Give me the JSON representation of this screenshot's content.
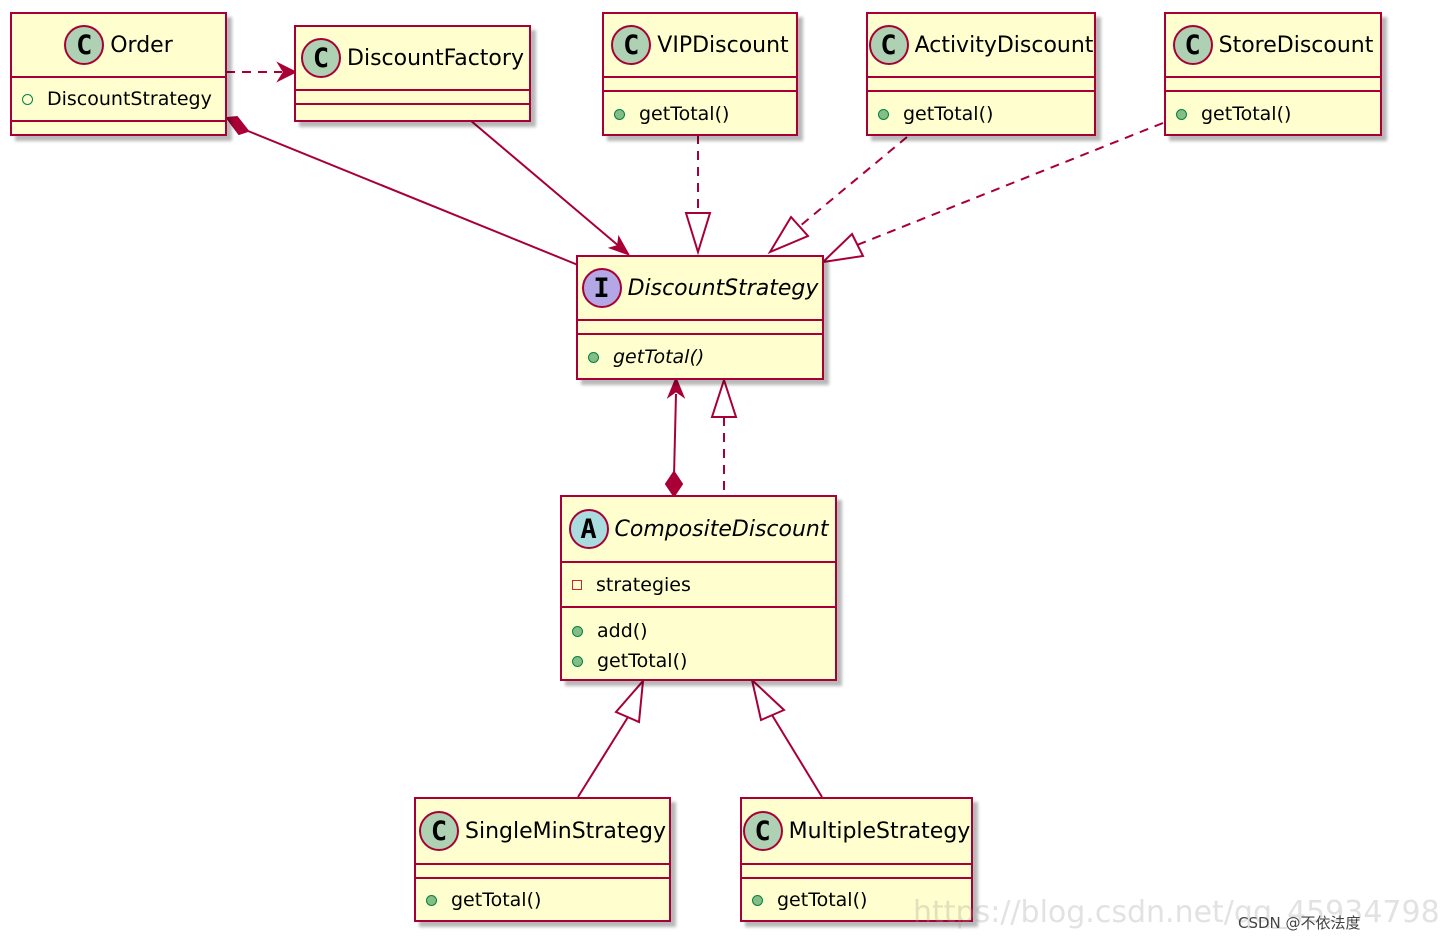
{
  "classes": {
    "order": {
      "stereotype": "C",
      "name": "Order",
      "fields": [
        {
          "visibility": "package",
          "text": "DiscountStrategy"
        }
      ],
      "methods": []
    },
    "discount_factory": {
      "stereotype": "C",
      "name": "DiscountFactory",
      "fields": [],
      "methods": []
    },
    "vip_discount": {
      "stereotype": "C",
      "name": "VIPDiscount",
      "fields": [],
      "methods": [
        {
          "visibility": "public",
          "text": "getTotal()"
        }
      ]
    },
    "activity_discount": {
      "stereotype": "C",
      "name": "ActivityDiscount",
      "fields": [],
      "methods": [
        {
          "visibility": "public",
          "text": "getTotal()"
        }
      ]
    },
    "store_discount": {
      "stereotype": "C",
      "name": "StoreDiscount",
      "fields": [],
      "methods": [
        {
          "visibility": "public",
          "text": "getTotal()"
        }
      ]
    },
    "discount_strategy": {
      "stereotype": "I",
      "name": "DiscountStrategy",
      "fields": [],
      "methods": [
        {
          "visibility": "public",
          "text": "getTotal()"
        }
      ]
    },
    "composite_discount": {
      "stereotype": "A",
      "name": "CompositeDiscount",
      "fields": [
        {
          "visibility": "private",
          "text": "strategies"
        }
      ],
      "methods": [
        {
          "visibility": "public",
          "text": "add()"
        },
        {
          "visibility": "public",
          "text": "getTotal()"
        }
      ]
    },
    "single_min_strategy": {
      "stereotype": "C",
      "name": "SingleMinStrategy",
      "fields": [],
      "methods": [
        {
          "visibility": "public",
          "text": "getTotal()"
        }
      ]
    },
    "multiple_strategy": {
      "stereotype": "C",
      "name": "MultipleStrategy",
      "fields": [],
      "methods": [
        {
          "visibility": "public",
          "text": "getTotal()"
        }
      ]
    }
  },
  "relations": [
    {
      "from": "Order",
      "to": "DiscountFactory",
      "kind": "dependency"
    },
    {
      "from": "Order",
      "to": "DiscountStrategy",
      "kind": "composition"
    },
    {
      "from": "DiscountFactory",
      "to": "DiscountStrategy",
      "kind": "association"
    },
    {
      "from": "VIPDiscount",
      "to": "DiscountStrategy",
      "kind": "realization"
    },
    {
      "from": "ActivityDiscount",
      "to": "DiscountStrategy",
      "kind": "realization"
    },
    {
      "from": "StoreDiscount",
      "to": "DiscountStrategy",
      "kind": "realization"
    },
    {
      "from": "CompositeDiscount",
      "to": "DiscountStrategy",
      "kind": "realization"
    },
    {
      "from": "CompositeDiscount",
      "to": "DiscountStrategy",
      "kind": "composition"
    },
    {
      "from": "SingleMinStrategy",
      "to": "CompositeDiscount",
      "kind": "inheritance"
    },
    {
      "from": "MultipleStrategy",
      "to": "CompositeDiscount",
      "kind": "inheritance"
    }
  ],
  "colors": {
    "class_fill": "#FEFECE",
    "border": "#A80036",
    "class_icon": "#ADD1B2",
    "interface_icon": "#B4A7E5",
    "abstract_icon": "#A9DCDF",
    "public_dot": "#84BE84",
    "private_square": "#C82930"
  },
  "watermark": {
    "url": "https://blog.csdn.net/qq_45934798",
    "credit": "CSDN @不依法度"
  }
}
